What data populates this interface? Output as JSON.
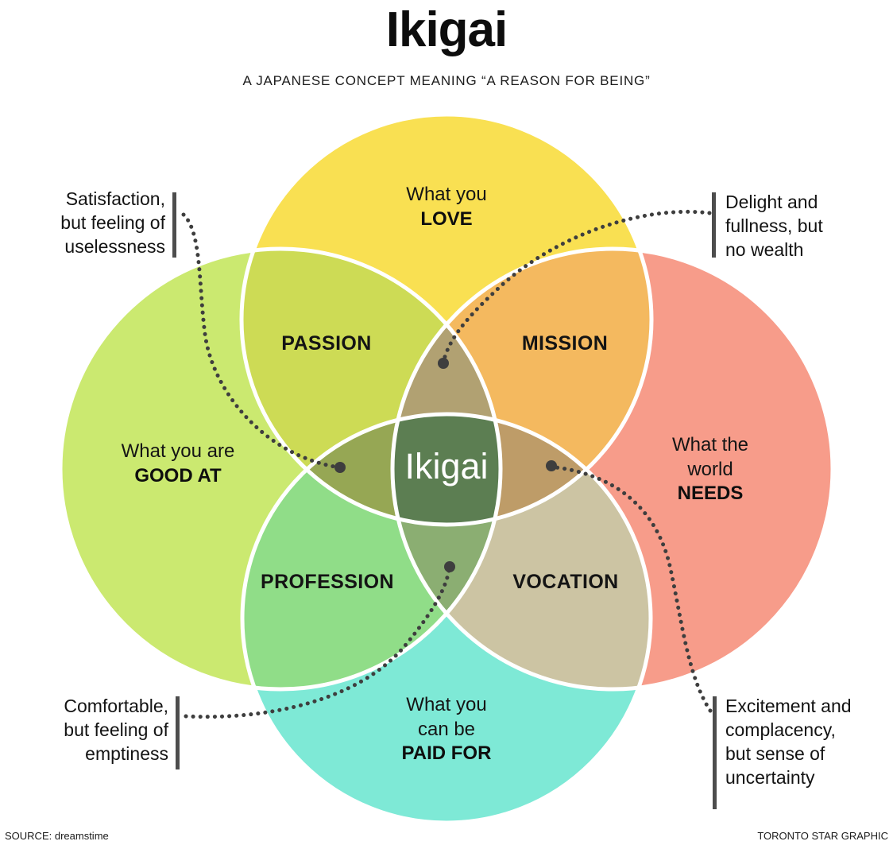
{
  "header": {
    "title": "Ikigai",
    "subtitle": "A JAPANESE CONCEPT MEANING “A REASON FOR BEING”"
  },
  "venn": {
    "stroke_color": "#FFFFFF",
    "center_label": "Ikigai",
    "center_color": "#5C7E52",
    "circles": {
      "love": {
        "line1": "What you",
        "line2": "LOVE",
        "color": "#F9E052"
      },
      "good_at": {
        "line1": "What you are",
        "line2": "GOOD AT",
        "color": "#CBE970"
      },
      "needs": {
        "line1": "What the",
        "line2": "world",
        "line3": "NEEDS",
        "color": "#F79C8A"
      },
      "paid_for": {
        "line1": "What you",
        "line2": "can be",
        "line3": "PAID FOR",
        "color": "#7EE9D6"
      }
    },
    "overlaps": {
      "passion": {
        "label": "PASSION",
        "color": "#CDDB55"
      },
      "mission": {
        "label": "MISSION",
        "color": "#F4B95F"
      },
      "profession": {
        "label": "PROFESSION",
        "color": "#90DD88"
      },
      "vocation": {
        "label": "VOCATION",
        "color": "#CCC4A3"
      },
      "love_goodat_needs_color": "#B1A172",
      "goodat_needs_paidfor_color": "#8BAE72",
      "love_goodat_paidfor_color": "#96A754",
      "love_needs_paidfor_color": "#BE9C68"
    }
  },
  "annotations": {
    "line_color": "#3E3E3E",
    "bar_color": "#4D4D4D",
    "top_left": {
      "lines": [
        "Satisfaction,",
        "but feeling of",
        "uselessness"
      ]
    },
    "top_right": {
      "lines": [
        "Delight and",
        "fullness, but",
        "no wealth"
      ]
    },
    "bottom_left": {
      "lines": [
        "Comfortable,",
        "but feeling of",
        "emptiness"
      ]
    },
    "bottom_right": {
      "lines": [
        "Excitement and",
        "complacency,",
        "but sense of",
        "uncertainty"
      ]
    }
  },
  "footer": {
    "source": "SOURCE: dreamstime",
    "credit": "TORONTO STAR GRAPHIC"
  }
}
